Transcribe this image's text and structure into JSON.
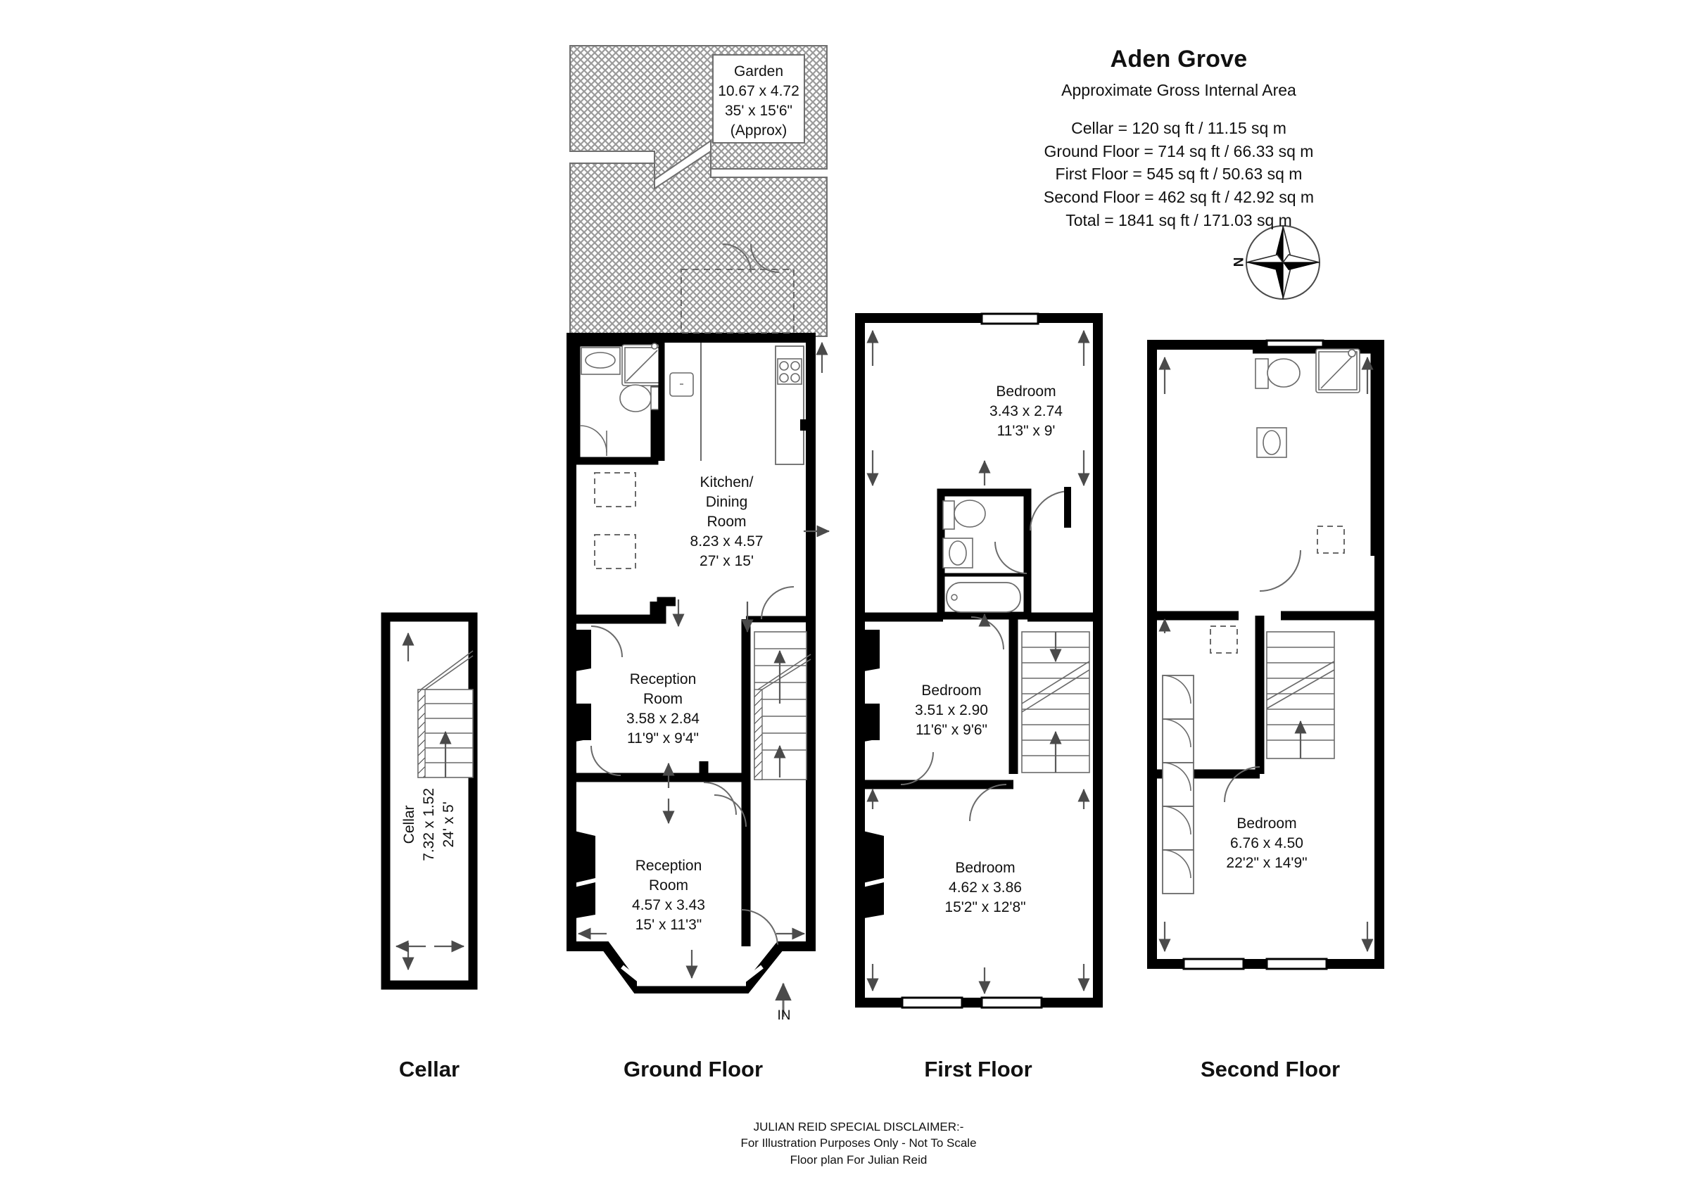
{
  "header": {
    "title": "Aden Grove",
    "subtitle": "Approximate Gross Internal Area",
    "areas": [
      "Cellar = 120 sq ft / 11.15 sq m",
      "Ground Floor = 714 sq ft / 66.33 sq m",
      "First Floor = 545 sq ft / 50.63 sq m",
      "Second Floor = 462 sq ft / 42.92 sq m",
      "Total = 1841 sq ft / 171.03 sq m"
    ]
  },
  "compass": {
    "north_label": "N"
  },
  "entrance": {
    "label": "IN"
  },
  "garden": {
    "name": "Garden",
    "metric": "10.67 x 4.72",
    "imperial": "35' x 15'6\"",
    "note": "(Approx)"
  },
  "floors": [
    {
      "key": "cellar",
      "label": "Cellar"
    },
    {
      "key": "ground",
      "label": "Ground Floor"
    },
    {
      "key": "first",
      "label": "First Floor"
    },
    {
      "key": "second",
      "label": "Second Floor"
    }
  ],
  "rooms": {
    "cellar": {
      "name": "Cellar",
      "metric": "7.32 x 1.52",
      "imperial": "24' x 5'"
    },
    "kitchen_dining": {
      "name_line1": "Kitchen/",
      "name_line2": "Dining",
      "name_line3": "Room",
      "metric": "8.23 x 4.57",
      "imperial": "27' x 15'"
    },
    "reception_1": {
      "name_line1": "Reception",
      "name_line2": "Room",
      "metric": "3.58 x 2.84",
      "imperial": "11'9\" x 9'4\""
    },
    "reception_2": {
      "name_line1": "Reception",
      "name_line2": "Room",
      "metric": "4.57 x 3.43",
      "imperial": "15' x 11'3\""
    },
    "bedroom_first_rear": {
      "name": "Bedroom",
      "metric": "3.43 x 2.74",
      "imperial": "11'3\" x 9'"
    },
    "bedroom_first_middle": {
      "name": "Bedroom",
      "metric": "3.51 x 2.90",
      "imperial": "11'6\" x 9'6\""
    },
    "bedroom_first_front": {
      "name": "Bedroom",
      "metric": "4.62 x 3.86",
      "imperial": "15'2\" x 12'8\""
    },
    "bedroom_second": {
      "name": "Bedroom",
      "metric": "6.76 x 4.50",
      "imperial": "22'2\" x 14'9\""
    }
  },
  "disclaimer": {
    "line1": "JULIAN REID SPECIAL DISCLAIMER:-",
    "line2": "For Illustration Purposes Only - Not To Scale",
    "line3": "Floor plan For Julian Reid"
  },
  "colors": {
    "wall": "#000000",
    "fixture_stroke": "#4a4a4a",
    "garden_fill": "#c9c9c9",
    "paper": "#ffffff",
    "text": "#111111"
  }
}
